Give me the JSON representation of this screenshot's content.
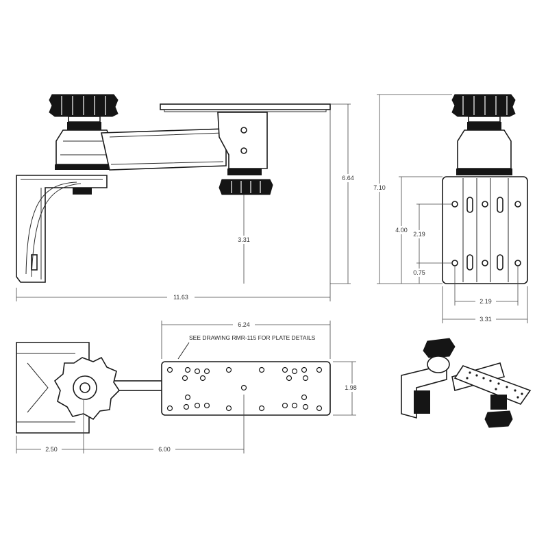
{
  "dimensions": {
    "total_length": "11.63",
    "plate_height": "6.64",
    "lower_height": "3.31",
    "side_total_height": "7.10",
    "side_base_height": "4.00",
    "side_hole_spacing": "2.19",
    "side_hole_offset": "0.75",
    "side_hole_width": "2.19",
    "side_base_width": "3.31",
    "plate_length": "6.24",
    "plate_width": "1.98",
    "clamp_offset": "2.50",
    "arm_length": "6.00"
  },
  "notes": {
    "plate_details": "SEE DRAWING RMR-115 FOR PLATE DETAILS"
  },
  "colors": {
    "ink": "#1a1a1a",
    "knob": "#151515",
    "dimension": "#444444"
  }
}
